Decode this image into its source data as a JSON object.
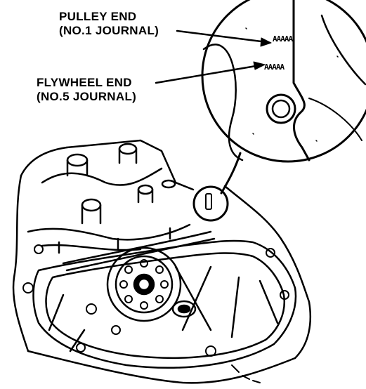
{
  "labels": {
    "pulley_end": {
      "line1": "PULLEY END",
      "line2": "(NO.1 JOURNAL)"
    },
    "flywheel_end": {
      "line1": "FLYWHEEL END",
      "line2": "(NO.5 JOURNAL)"
    }
  },
  "bearing_code": {
    "upper": "AAAAA",
    "lower": "AAAAA"
  },
  "colors": {
    "ink": "#000000",
    "paper": "#ffffff"
  }
}
